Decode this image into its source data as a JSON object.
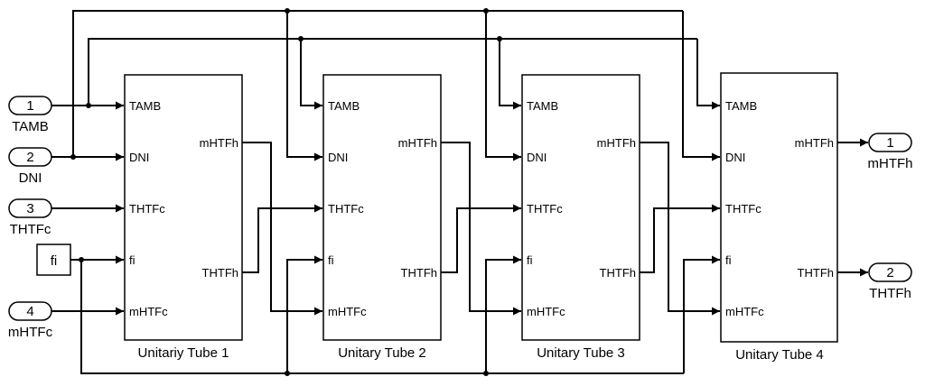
{
  "inports": [
    {
      "number": "1",
      "name": "TAMB"
    },
    {
      "number": "2",
      "name": "DNI"
    },
    {
      "number": "3",
      "name": "THTFc"
    },
    {
      "number": "4",
      "name": "mHTFc"
    }
  ],
  "constant": {
    "value": "fi"
  },
  "blocks": [
    {
      "title": "Unitariy Tube 1",
      "inputs": [
        "TAMB",
        "DNI",
        "THTFc",
        "fi",
        "mHTFc"
      ],
      "outputs": [
        "mHTFh",
        "THTFh"
      ]
    },
    {
      "title": "Unitary Tube 2",
      "inputs": [
        "TAMB",
        "DNI",
        "THTFc",
        "fi",
        "mHTFc"
      ],
      "outputs": [
        "mHTFh",
        "THTFh"
      ]
    },
    {
      "title": "Unitary Tube 3",
      "inputs": [
        "TAMB",
        "DNI",
        "THTFc",
        "fi",
        "mHTFc"
      ],
      "outputs": [
        "mHTFh",
        "THTFh"
      ]
    },
    {
      "title": "Unitary Tube 4",
      "inputs": [
        "TAMB",
        "DNI",
        "THTFc",
        "fi",
        "mHTFc"
      ],
      "outputs": [
        "mHTFh",
        "THTFh"
      ]
    }
  ],
  "outports": [
    {
      "number": "1",
      "name": "mHTFh"
    },
    {
      "number": "2",
      "name": "THTFh"
    }
  ]
}
